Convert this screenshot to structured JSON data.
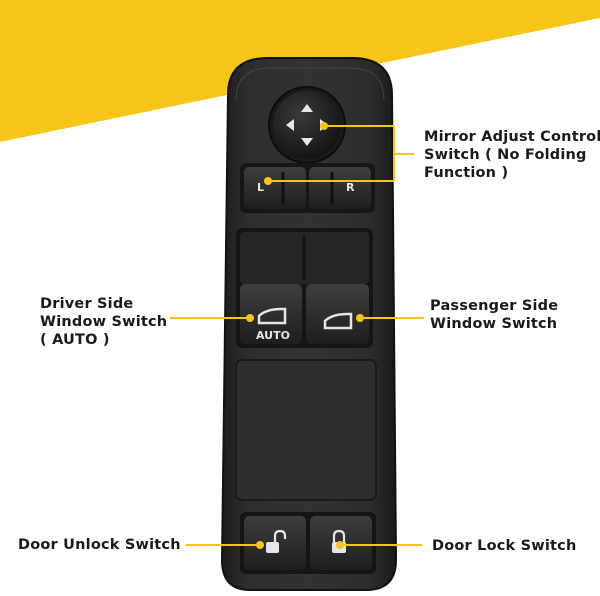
{
  "colors": {
    "accent": "#f7c518",
    "housing": "#2a2a2a",
    "text": "#1a1a1a"
  },
  "switch_labels": {
    "left": "L",
    "right": "R",
    "auto": "AUTO"
  },
  "callouts": {
    "mirror": [
      "Mirror Adjust Control",
      "Switch ( No Folding",
      "Function )"
    ],
    "driver": [
      "Driver Side",
      "Window Switch",
      "( AUTO )"
    ],
    "passenger": [
      "Passenger Side",
      "Window Switch"
    ],
    "door_unlock": [
      "Door Unlock Switch"
    ],
    "door_lock": [
      "Door Lock Switch"
    ]
  },
  "icons": {
    "mirror": "arrow-pad-icon",
    "driver_window": "car-window-icon",
    "passenger_window": "car-window-icon",
    "unlock": "padlock-open-icon",
    "lock": "padlock-closed-icon"
  }
}
